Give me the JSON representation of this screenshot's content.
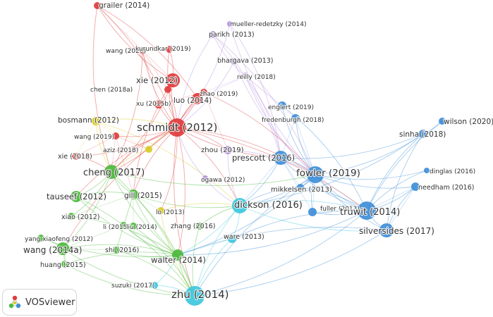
{
  "app": {
    "name": "VOSviewer"
  },
  "cluster_colors": {
    "red": "#e13b3b",
    "green": "#4cba3c",
    "blue": "#3f8ed8",
    "yellow": "#d8cc22",
    "purple": "#b38de0",
    "cyan": "#3ec7dc"
  },
  "nodes": [
    {
      "id": "grailer",
      "label": "grailer (2014)",
      "cluster": "red"
    },
    {
      "id": "mueller",
      "label": "mueller-redetzky (2014)",
      "cluster": "purple"
    },
    {
      "id": "parikh",
      "label": "parikh (2013)",
      "cluster": "purple"
    },
    {
      "id": "wang2020",
      "label": "wang (2020)",
      "cluster": "red"
    },
    {
      "id": "kurundkar",
      "label": "kurundkar (2019)",
      "cluster": "red"
    },
    {
      "id": "bhargava",
      "label": "bhargava (2013)",
      "cluster": "purple"
    },
    {
      "id": "reilly",
      "label": "reilly (2018)",
      "cluster": "purple"
    },
    {
      "id": "xie2012",
      "label": "xie (2012)",
      "cluster": "red"
    },
    {
      "id": "chen2018a",
      "label": "chen (2018a)",
      "cluster": "red"
    },
    {
      "id": "zhao2019",
      "label": "zhao (2019)",
      "cluster": "red"
    },
    {
      "id": "luo2014",
      "label": "luo (2014)",
      "cluster": "red"
    },
    {
      "id": "xu2015b",
      "label": "xu (2015b)",
      "cluster": "red"
    },
    {
      "id": "bosmann",
      "label": "bosmann (2012)",
      "cluster": "yellow"
    },
    {
      "id": "schmidt",
      "label": "schmidt (2012)",
      "cluster": "red"
    },
    {
      "id": "englert",
      "label": "englert (2019)",
      "cluster": "blue"
    },
    {
      "id": "fredenburgh",
      "label": "fredenburgh (2018)",
      "cluster": "blue"
    },
    {
      "id": "wilson",
      "label": "wilson (2020)",
      "cluster": "blue"
    },
    {
      "id": "sinha",
      "label": "sinha (2018)",
      "cluster": "blue"
    },
    {
      "id": "wang2019",
      "label": "wang (2019)",
      "cluster": "red"
    },
    {
      "id": "aziz",
      "label": "aziz (2018)",
      "cluster": "yellow"
    },
    {
      "id": "zhou",
      "label": "zhou (2019)",
      "cluster": "purple"
    },
    {
      "id": "prescott",
      "label": "prescott (2016)",
      "cluster": "blue"
    },
    {
      "id": "xie2018",
      "label": "xie (2018)",
      "cluster": "red"
    },
    {
      "id": "cheng",
      "label": "cheng (2017)",
      "cluster": "green"
    },
    {
      "id": "fowler",
      "label": "fowler (2019)",
      "cluster": "blue"
    },
    {
      "id": "dinglas",
      "label": "dinglas (2016)",
      "cluster": "blue"
    },
    {
      "id": "ogawa",
      "label": "ogawa (2012)",
      "cluster": "purple"
    },
    {
      "id": "needham",
      "label": "needham (2016)",
      "cluster": "blue"
    },
    {
      "id": "mikkelsen",
      "label": "mikkelsen (2013)",
      "cluster": "blue"
    },
    {
      "id": "tauseef",
      "label": "tauseef (2012)",
      "cluster": "green"
    },
    {
      "id": "gill",
      "label": "gill (2015)",
      "cluster": "green"
    },
    {
      "id": "dickson",
      "label": "dickson (2016)",
      "cluster": "cyan"
    },
    {
      "id": "lo",
      "label": "lo (2013)",
      "cluster": "yellow"
    },
    {
      "id": "fuller",
      "label": "fuller (2013)",
      "cluster": "blue"
    },
    {
      "id": "truwit",
      "label": "truwit (2014)",
      "cluster": "blue"
    },
    {
      "id": "xiao",
      "label": "xiao (2012)",
      "cluster": "green"
    },
    {
      "id": "li2015",
      "label": "li (2015)",
      "cluster": "green"
    },
    {
      "id": "liu2014",
      "label": "liu (2014)",
      "cluster": "green"
    },
    {
      "id": "zhang2016",
      "label": "zhang (2016)",
      "cluster": "green"
    },
    {
      "id": "ware",
      "label": "ware (2013)",
      "cluster": "cyan"
    },
    {
      "id": "silversides",
      "label": "silversides (2017)",
      "cluster": "blue"
    },
    {
      "id": "yangxf",
      "label": "yang xiaofeng (2012)",
      "cluster": "green"
    },
    {
      "id": "wang2014a",
      "label": "wang (2014a)",
      "cluster": "green"
    },
    {
      "id": "shi",
      "label": "shi (2016)",
      "cluster": "green"
    },
    {
      "id": "walter",
      "label": "walter (2014)",
      "cluster": "green"
    },
    {
      "id": "huang",
      "label": "huang (2015)",
      "cluster": "green"
    },
    {
      "id": "suzuki",
      "label": "suzuki (2017)",
      "cluster": "cyan"
    },
    {
      "id": "zhu",
      "label": "zhu (2014)",
      "cluster": "cyan"
    }
  ],
  "edges": [
    [
      "grailer",
      "schmidt"
    ],
    [
      "grailer",
      "xie2012"
    ],
    [
      "grailer",
      "luo2014"
    ],
    [
      "grailer",
      "cheng"
    ],
    [
      "mueller",
      "schmidt"
    ],
    [
      "mueller",
      "fowler"
    ],
    [
      "mueller",
      "prescott"
    ],
    [
      "parikh",
      "schmidt"
    ],
    [
      "parikh",
      "fowler"
    ],
    [
      "parikh",
      "reilly"
    ],
    [
      "parikh",
      "prescott"
    ],
    [
      "wang2020",
      "schmidt"
    ],
    [
      "wang2020",
      "cheng"
    ],
    [
      "kurundkar",
      "schmidt"
    ],
    [
      "kurundkar",
      "xie2012"
    ],
    [
      "bhargava",
      "fowler"
    ],
    [
      "bhargava",
      "schmidt"
    ],
    [
      "reilly",
      "fowler"
    ],
    [
      "reilly",
      "prescott"
    ],
    [
      "xie2012",
      "schmidt"
    ],
    [
      "xie2012",
      "cheng"
    ],
    [
      "xie2012",
      "gill"
    ],
    [
      "chen2018a",
      "schmidt"
    ],
    [
      "zhao2019",
      "schmidt"
    ],
    [
      "zhao2019",
      "fowler"
    ],
    [
      "luo2014",
      "schmidt"
    ],
    [
      "luo2014",
      "cheng"
    ],
    [
      "xu2015b",
      "schmidt"
    ],
    [
      "bosmann",
      "schmidt"
    ],
    [
      "bosmann",
      "cheng"
    ],
    [
      "bosmann",
      "dickson"
    ],
    [
      "schmidt",
      "cheng"
    ],
    [
      "schmidt",
      "fowler"
    ],
    [
      "schmidt",
      "prescott"
    ],
    [
      "schmidt",
      "dickson"
    ],
    [
      "schmidt",
      "gill"
    ],
    [
      "schmidt",
      "truwit"
    ],
    [
      "schmidt",
      "zhu"
    ],
    [
      "schmidt",
      "walter"
    ],
    [
      "schmidt",
      "tauseef"
    ],
    [
      "schmidt",
      "zhou"
    ],
    [
      "schmidt",
      "wang2014a"
    ],
    [
      "schmidt",
      "lo"
    ],
    [
      "englert",
      "fowler"
    ],
    [
      "englert",
      "truwit"
    ],
    [
      "fredenburgh",
      "fowler"
    ],
    [
      "wilson",
      "sinha"
    ],
    [
      "wilson",
      "truwit"
    ],
    [
      "sinha",
      "fowler"
    ],
    [
      "sinha",
      "truwit"
    ],
    [
      "sinha",
      "prescott"
    ],
    [
      "sinha",
      "silversides"
    ],
    [
      "sinha",
      "dickson"
    ],
    [
      "wang2019",
      "schmidt"
    ],
    [
      "aziz",
      "schmidt"
    ],
    [
      "aziz",
      "cheng"
    ],
    [
      "zhou",
      "fowler"
    ],
    [
      "zhou",
      "dickson"
    ],
    [
      "prescott",
      "fowler"
    ],
    [
      "prescott",
      "truwit"
    ],
    [
      "prescott",
      "dickson"
    ],
    [
      "xie2018",
      "schmidt"
    ],
    [
      "xie2018",
      "cheng"
    ],
    [
      "cheng",
      "gill"
    ],
    [
      "cheng",
      "tauseef"
    ],
    [
      "cheng",
      "walter"
    ],
    [
      "cheng",
      "zhu"
    ],
    [
      "cheng",
      "fowler"
    ],
    [
      "cheng",
      "wang2014a"
    ],
    [
      "fowler",
      "truwit"
    ],
    [
      "fowler",
      "dickson"
    ],
    [
      "fowler",
      "silversides"
    ],
    [
      "fowler",
      "mikkelsen"
    ],
    [
      "fowler",
      "zhu"
    ],
    [
      "fowler",
      "walter"
    ],
    [
      "fowler",
      "needham"
    ],
    [
      "dinglas",
      "fowler"
    ],
    [
      "dinglas",
      "truwit"
    ],
    [
      "needham",
      "truwit"
    ],
    [
      "needham",
      "silversides"
    ],
    [
      "ogawa",
      "schmidt"
    ],
    [
      "ogawa",
      "dickson"
    ],
    [
      "mikkelsen",
      "truwit"
    ],
    [
      "mikkelsen",
      "dickson"
    ],
    [
      "tauseef",
      "gill"
    ],
    [
      "tauseef",
      "walter"
    ],
    [
      "tauseef",
      "zhu"
    ],
    [
      "gill",
      "walter"
    ],
    [
      "gill",
      "zhu"
    ],
    [
      "gill",
      "dickson"
    ],
    [
      "dickson",
      "truwit"
    ],
    [
      "dickson",
      "zhu"
    ],
    [
      "dickson",
      "walter"
    ],
    [
      "dickson",
      "silversides"
    ],
    [
      "dickson",
      "ware"
    ],
    [
      "lo",
      "zhu"
    ],
    [
      "lo",
      "dickson"
    ],
    [
      "fuller",
      "truwit"
    ],
    [
      "fuller",
      "fowler"
    ],
    [
      "truwit",
      "silversides"
    ],
    [
      "truwit",
      "zhu"
    ],
    [
      "truwit",
      "ware"
    ],
    [
      "truwit",
      "walter"
    ],
    [
      "xiao",
      "cheng"
    ],
    [
      "xiao",
      "walter"
    ],
    [
      "li2015",
      "walter"
    ],
    [
      "liu2014",
      "zhu"
    ],
    [
      "zhang2016",
      "zhu"
    ],
    [
      "zhang2016",
      "dickson"
    ],
    [
      "ware",
      "zhu"
    ],
    [
      "silversides",
      "zhu"
    ],
    [
      "silversides",
      "walter"
    ],
    [
      "yangxf",
      "wang2014a"
    ],
    [
      "yangxf",
      "walter"
    ],
    [
      "wang2014a",
      "walter"
    ],
    [
      "wang2014a",
      "zhu"
    ],
    [
      "wang2014a",
      "huang"
    ],
    [
      "shi",
      "walter"
    ],
    [
      "shi",
      "zhu"
    ],
    [
      "walter",
      "zhu"
    ],
    [
      "huang",
      "walter"
    ],
    [
      "huang",
      "zhu"
    ],
    [
      "suzuki",
      "zhu"
    ],
    [
      "suzuki",
      "walter"
    ]
  ]
}
